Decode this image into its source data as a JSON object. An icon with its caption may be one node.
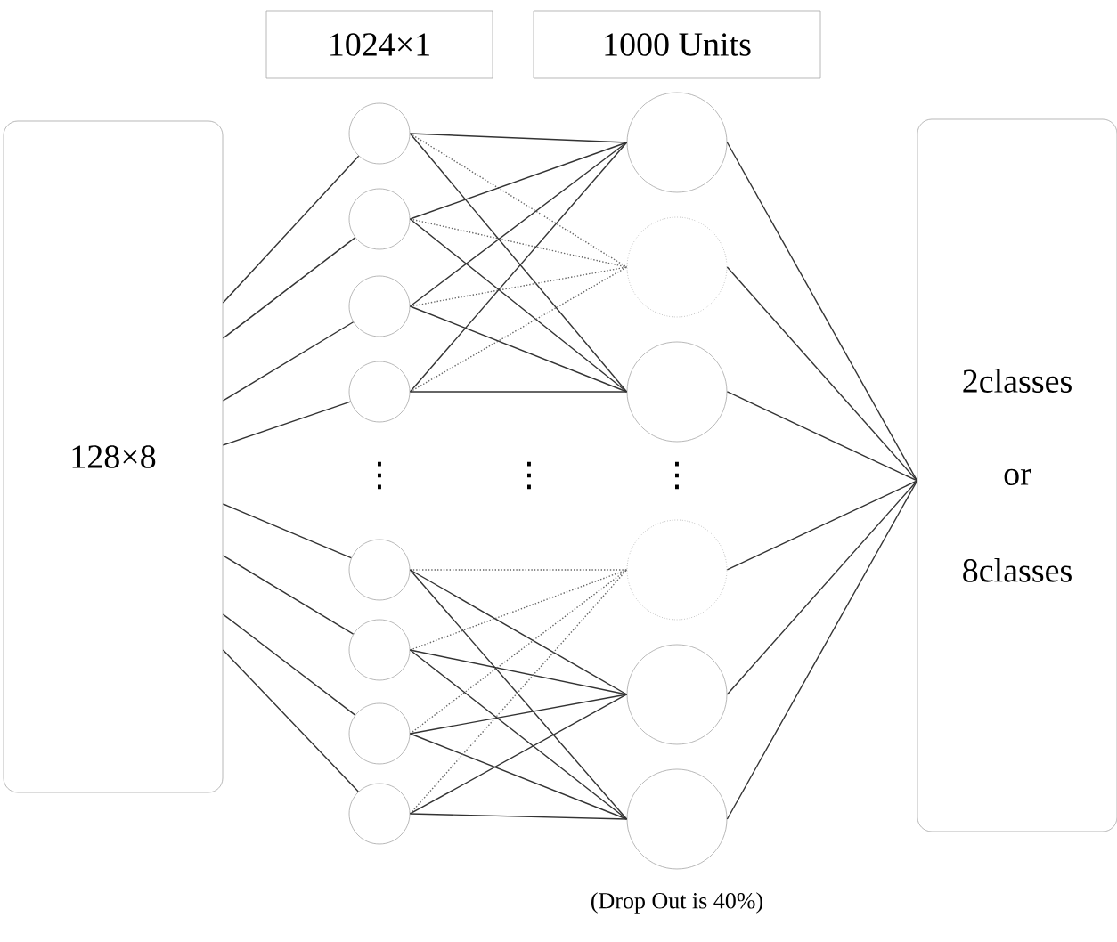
{
  "diagram": {
    "nodes": [
      {
        "text": [
          "128×8"
        ]
      },
      {
        "text": [],
        "shape": "circle"
      },
      {
        "text": [],
        "shape": "circle"
      },
      {
        "text": [],
        "shape": "circle"
      },
      {
        "text": [],
        "shape": "circle"
      },
      {
        "text": [],
        "shape": "circle"
      },
      {
        "text": [],
        "shape": "circle"
      },
      {
        "text": [],
        "shape": "circle"
      },
      {
        "text": [],
        "shape": "circle"
      },
      {
        "text": [],
        "shape": "circle"
      },
      {
        "text": [],
        "shape": "circle"
      },
      {
        "text": [],
        "shape": "circle"
      },
      {
        "text": [],
        "shape": "circle"
      },
      {
        "text": [],
        "shape": "circle"
      },
      {
        "text": [],
        "shape": "circle"
      },
      {
        "text": [
          "2classes",
          "or",
          "8classes"
        ]
      },
      {
        "text": [
          "1024×1"
        ]
      },
      {
        "text": [
          "1000 Units"
        ]
      }
    ],
    "edges": [
      {
        "from": 0,
        "to": 1,
        "arrow": "none"
      },
      {
        "from": 0,
        "to": 2,
        "arrow": "none"
      },
      {
        "from": 0,
        "to": 3,
        "arrow": "none"
      },
      {
        "from": 0,
        "to": 4,
        "arrow": "none"
      },
      {
        "from": 0,
        "to": 5,
        "arrow": "none"
      },
      {
        "from": 0,
        "to": 6,
        "arrow": "none"
      },
      {
        "from": 0,
        "to": 7,
        "arrow": "none"
      },
      {
        "from": 0,
        "to": 8,
        "arrow": "none"
      },
      {
        "from": 1,
        "to": 9,
        "arrow": "none"
      },
      {
        "from": 1,
        "to": 10,
        "arrow": "none",
        "style": "dashed"
      },
      {
        "from": 1,
        "to": 11,
        "arrow": "none"
      },
      {
        "from": 2,
        "to": 9,
        "arrow": "none"
      },
      {
        "from": 2,
        "to": 10,
        "arrow": "none",
        "style": "dashed"
      },
      {
        "from": 2,
        "to": 11,
        "arrow": "none"
      },
      {
        "from": 3,
        "to": 9,
        "arrow": "none"
      },
      {
        "from": 3,
        "to": 10,
        "arrow": "none",
        "style": "dashed"
      },
      {
        "from": 3,
        "to": 11,
        "arrow": "none"
      },
      {
        "from": 4,
        "to": 9,
        "arrow": "none"
      },
      {
        "from": 4,
        "to": 10,
        "arrow": "none",
        "style": "dashed"
      },
      {
        "from": 4,
        "to": 11,
        "arrow": "none"
      },
      {
        "from": 5,
        "to": 12,
        "arrow": "none",
        "style": "dashed"
      },
      {
        "from": 5,
        "to": 13,
        "arrow": "none"
      },
      {
        "from": 5,
        "to": 14,
        "arrow": "none"
      },
      {
        "from": 6,
        "to": 12,
        "arrow": "none",
        "style": "dashed"
      },
      {
        "from": 6,
        "to": 13,
        "arrow": "none"
      },
      {
        "from": 6,
        "to": 14,
        "arrow": "none"
      },
      {
        "from": 7,
        "to": 12,
        "arrow": "none",
        "style": "dashed"
      },
      {
        "from": 7,
        "to": 13,
        "arrow": "none"
      },
      {
        "from": 7,
        "to": 14,
        "arrow": "none"
      },
      {
        "from": 8,
        "to": 12,
        "arrow": "none",
        "style": "dashed"
      },
      {
        "from": 8,
        "to": 13,
        "arrow": "none"
      },
      {
        "from": 8,
        "to": 14,
        "arrow": "none"
      },
      {
        "from": 9,
        "to": 15,
        "arrow": "none"
      },
      {
        "from": 10,
        "to": 15,
        "arrow": "none"
      },
      {
        "from": 11,
        "to": 15,
        "arrow": "none"
      },
      {
        "from": 12,
        "to": 15,
        "arrow": "none"
      },
      {
        "from": 13,
        "to": 15,
        "arrow": "none"
      },
      {
        "from": 14,
        "to": 15,
        "arrow": "none"
      }
    ],
    "labels": [
      "⋮",
      "⋮",
      "⋮",
      "(Drop Out is 40%)"
    ]
  }
}
